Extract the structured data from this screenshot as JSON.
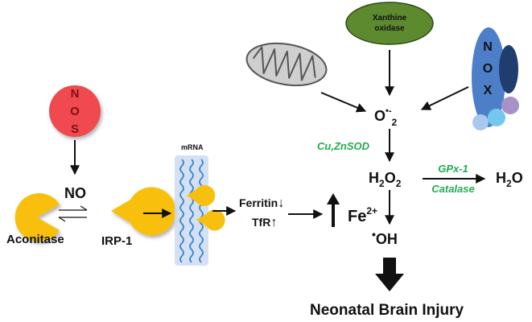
{
  "nodes": {
    "nos": [
      "N",
      "O",
      "S"
    ],
    "nox": [
      "N",
      "O",
      "X"
    ],
    "xanthine_oxidase": [
      "Xanthine",
      "oxidase"
    ],
    "mrna": "mRNA",
    "no": "NO",
    "aconitase": "Aconitase",
    "irp1": "IRP-1",
    "ferritin": "Ferritin",
    "tfr": "TfR",
    "fe_base": "Fe",
    "fe_sup": "2+",
    "superoxide_base": "O",
    "superoxide_sup": "•-",
    "superoxide_sub": "2",
    "h2o2_a": "H",
    "h2o2_sub1": "2",
    "h2o2_b": "O",
    "h2o2_sub2": "2",
    "h2o_a": "H",
    "h2o_sub": "2",
    "h2o_b": "O",
    "hydroxyl_dot": "•",
    "hydroxyl": "OH",
    "outcome": "Neonatal Brain Injury"
  },
  "enzymes": {
    "sod": "Cu,ZnSOD",
    "gpx": "GPx-1",
    "catalase": "Catalase"
  },
  "symbols": {
    "down": "↓",
    "up": "↑"
  },
  "colors": {
    "nos_fill": "#f04a50",
    "nos_text": "#7a1414",
    "xanthine_fill": "#5d8a2f",
    "nox_fill": "#4d7fc9",
    "nox_dark": "#1f3d6e",
    "nox_purple": "#a890c8",
    "nox_light": "#74c8ef",
    "nox_light2": "#a9c8ee",
    "pacman_fill": "#f8c00e",
    "enzyme_green": "#1fae4f",
    "mito_fill": "#cfcfcf",
    "mrna_band": "#c9daf3",
    "mrna_wave": "#3f86c8"
  }
}
